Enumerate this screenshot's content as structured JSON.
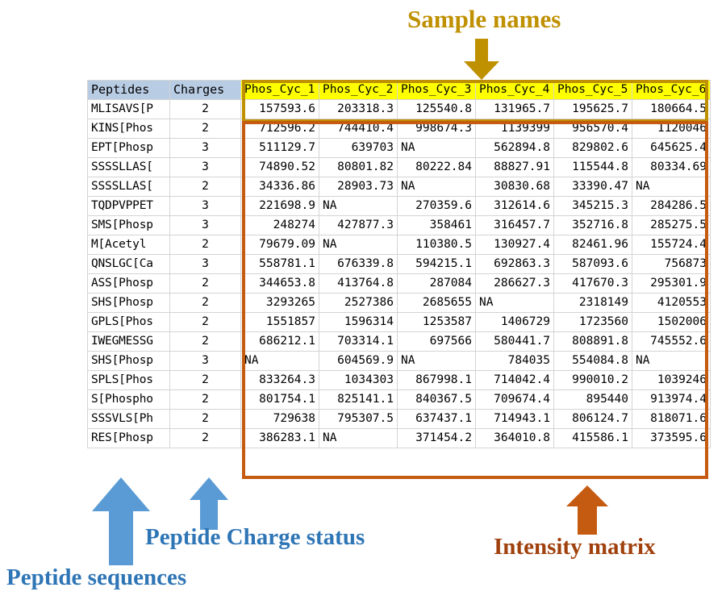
{
  "annotations": {
    "sample_names": "Sample names",
    "peptide_sequences": "Peptide sequences",
    "charge_status": "Peptide Charge status",
    "intensity_matrix": "Intensity matrix"
  },
  "colors": {
    "sample_names_accent": "#bf9000",
    "intensity_accent": "#c55a11",
    "annotation_blue": "#2e75b6",
    "header_label_bg": "#b8cce4",
    "header_sample_bg": "#ffff00"
  },
  "table": {
    "headers": {
      "peptides": "Peptides",
      "charges": "Charges",
      "samples": [
        "Phos_Cyc_1",
        "Phos_Cyc_2",
        "Phos_Cyc_3",
        "Phos_Cyc_4",
        "Phos_Cyc_5",
        "Phos_Cyc_6"
      ]
    },
    "rows": [
      {
        "peptide": "MLISAVS[P",
        "charge": "2",
        "values": [
          "157593.6",
          "203318.3",
          "125540.8",
          "131965.7",
          "195625.7",
          "180664.5"
        ]
      },
      {
        "peptide": "KINS[Phos",
        "charge": "2",
        "values": [
          "712596.2",
          "744410.4",
          "998674.3",
          "1139399",
          "956570.4",
          "1120046"
        ]
      },
      {
        "peptide": "EPT[Phosp",
        "charge": "3",
        "values": [
          "511129.7",
          "639703",
          "NA",
          "562894.8",
          "829802.6",
          "645625.4"
        ]
      },
      {
        "peptide": "SSSSLLAS[",
        "charge": "3",
        "values": [
          "74890.52",
          "80801.82",
          "80222.84",
          "88827.91",
          "115544.8",
          "80334.69"
        ]
      },
      {
        "peptide": "SSSSLLAS[",
        "charge": "2",
        "values": [
          "34336.86",
          "28903.73",
          "NA",
          "30830.68",
          "33390.47",
          "NA"
        ]
      },
      {
        "peptide": "TQDPVPPET",
        "charge": "3",
        "values": [
          "221698.9",
          "NA",
          "270359.6",
          "312614.6",
          "345215.3",
          "284286.5"
        ]
      },
      {
        "peptide": "SMS[Phosp",
        "charge": "3",
        "values": [
          "248274",
          "427877.3",
          "358461",
          "316457.7",
          "352716.8",
          "285275.5"
        ]
      },
      {
        "peptide": "M[Acetyl",
        "charge": "2",
        "values": [
          "79679.09",
          "NA",
          "110380.5",
          "130927.4",
          "82461.96",
          "155724.4"
        ]
      },
      {
        "peptide": "QNSLGC[Ca",
        "charge": "3",
        "values": [
          "558781.1",
          "676339.8",
          "594215.1",
          "692863.3",
          "587093.6",
          "756873"
        ]
      },
      {
        "peptide": "ASS[Phosp",
        "charge": "2",
        "values": [
          "344653.8",
          "413764.8",
          "287084",
          "286627.3",
          "417670.3",
          "295301.9"
        ]
      },
      {
        "peptide": "SHS[Phosp",
        "charge": "2",
        "values": [
          "3293265",
          "2527386",
          "2685655",
          "NA",
          "2318149",
          "4120553"
        ]
      },
      {
        "peptide": "GPLS[Phos",
        "charge": "2",
        "values": [
          "1551857",
          "1596314",
          "1253587",
          "1406729",
          "1723560",
          "1502006"
        ]
      },
      {
        "peptide": "IWEGMESSG",
        "charge": "2",
        "values": [
          "686212.1",
          "703314.1",
          "697566",
          "580441.7",
          "808891.8",
          "745552.6"
        ]
      },
      {
        "peptide": "SHS[Phosp",
        "charge": "3",
        "values": [
          "NA",
          "604569.9",
          "NA",
          "784035",
          "554084.8",
          "NA"
        ]
      },
      {
        "peptide": "SPLS[Phos",
        "charge": "2",
        "values": [
          "833264.3",
          "1034303",
          "867998.1",
          "714042.4",
          "990010.2",
          "1039246"
        ]
      },
      {
        "peptide": "S[Phospho",
        "charge": "2",
        "values": [
          "801754.1",
          "825141.1",
          "840367.5",
          "709674.4",
          "895440",
          "913974.4"
        ]
      },
      {
        "peptide": "SSSVLS[Ph",
        "charge": "2",
        "values": [
          "729638",
          "795307.5",
          "637437.1",
          "714943.1",
          "806124.7",
          "818071.6"
        ]
      },
      {
        "peptide": "RES[Phosp",
        "charge": "2",
        "values": [
          "386283.1",
          "NA",
          "371454.2",
          "364010.8",
          "415586.1",
          "373595.6"
        ]
      }
    ]
  }
}
